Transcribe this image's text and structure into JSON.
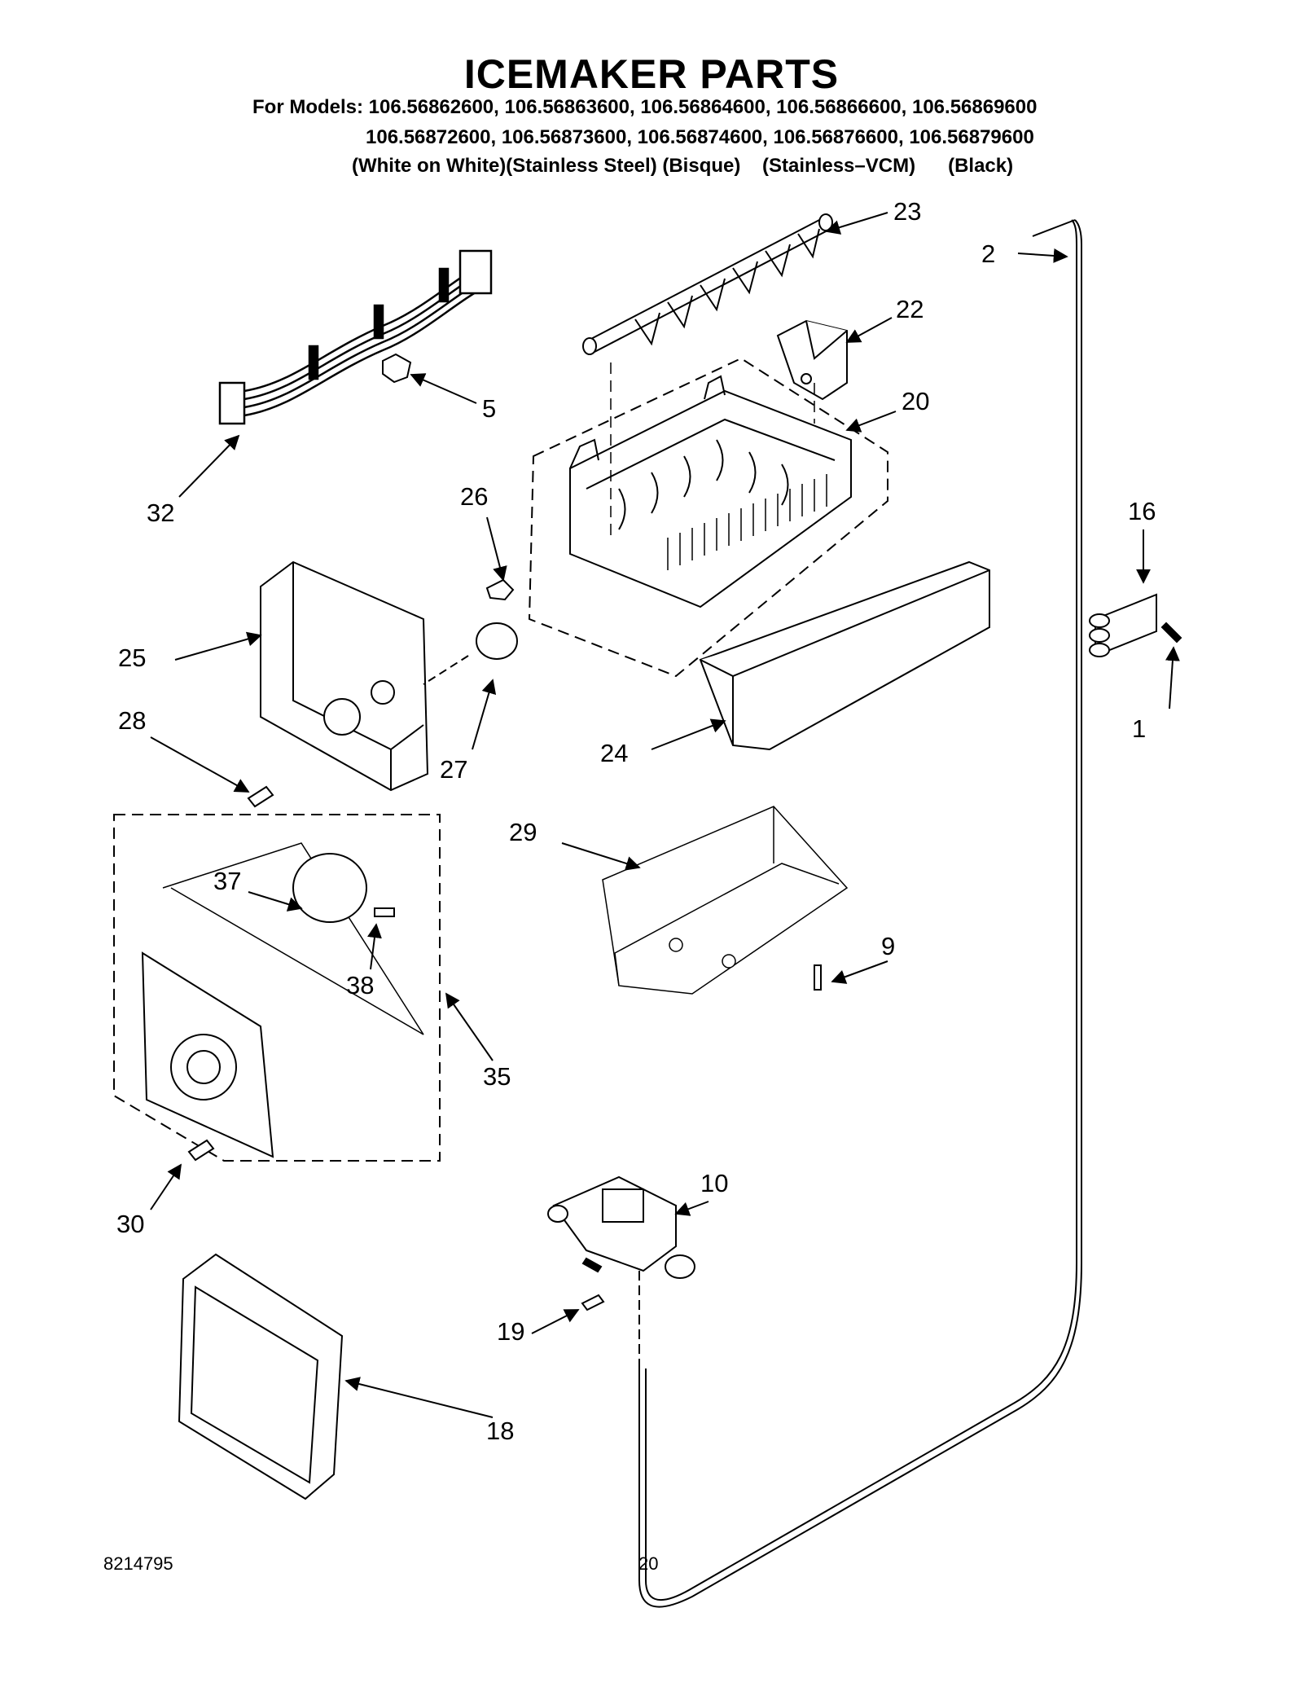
{
  "header": {
    "title": "ICEMAKER PARTS",
    "models_line_1": "For Models: 106.56862600, 106.56863600, 106.56864600, 106.56866600, 106.56869600",
    "models_line_2": "106.56872600, 106.56873600, 106.56874600, 106.56876600, 106.56879600",
    "models_line_3": "(White on White)(Stainless Steel) (Bisque)    (Stainless–VCM)      (Black)"
  },
  "callouts": {
    "p23": "23",
    "p2": "2",
    "p22": "22",
    "p5": "5",
    "p20": "20",
    "p32": "32",
    "p26": "26",
    "p16": "16",
    "p25": "25",
    "p27": "27",
    "p28": "28",
    "p24": "24",
    "p1": "1",
    "p29": "29",
    "p37": "37",
    "p38": "38",
    "p9": "9",
    "p35": "35",
    "p30": "30",
    "p10": "10",
    "p19": "19",
    "p18": "18"
  },
  "footer": {
    "document_number": "8214795",
    "page_number": "20"
  }
}
